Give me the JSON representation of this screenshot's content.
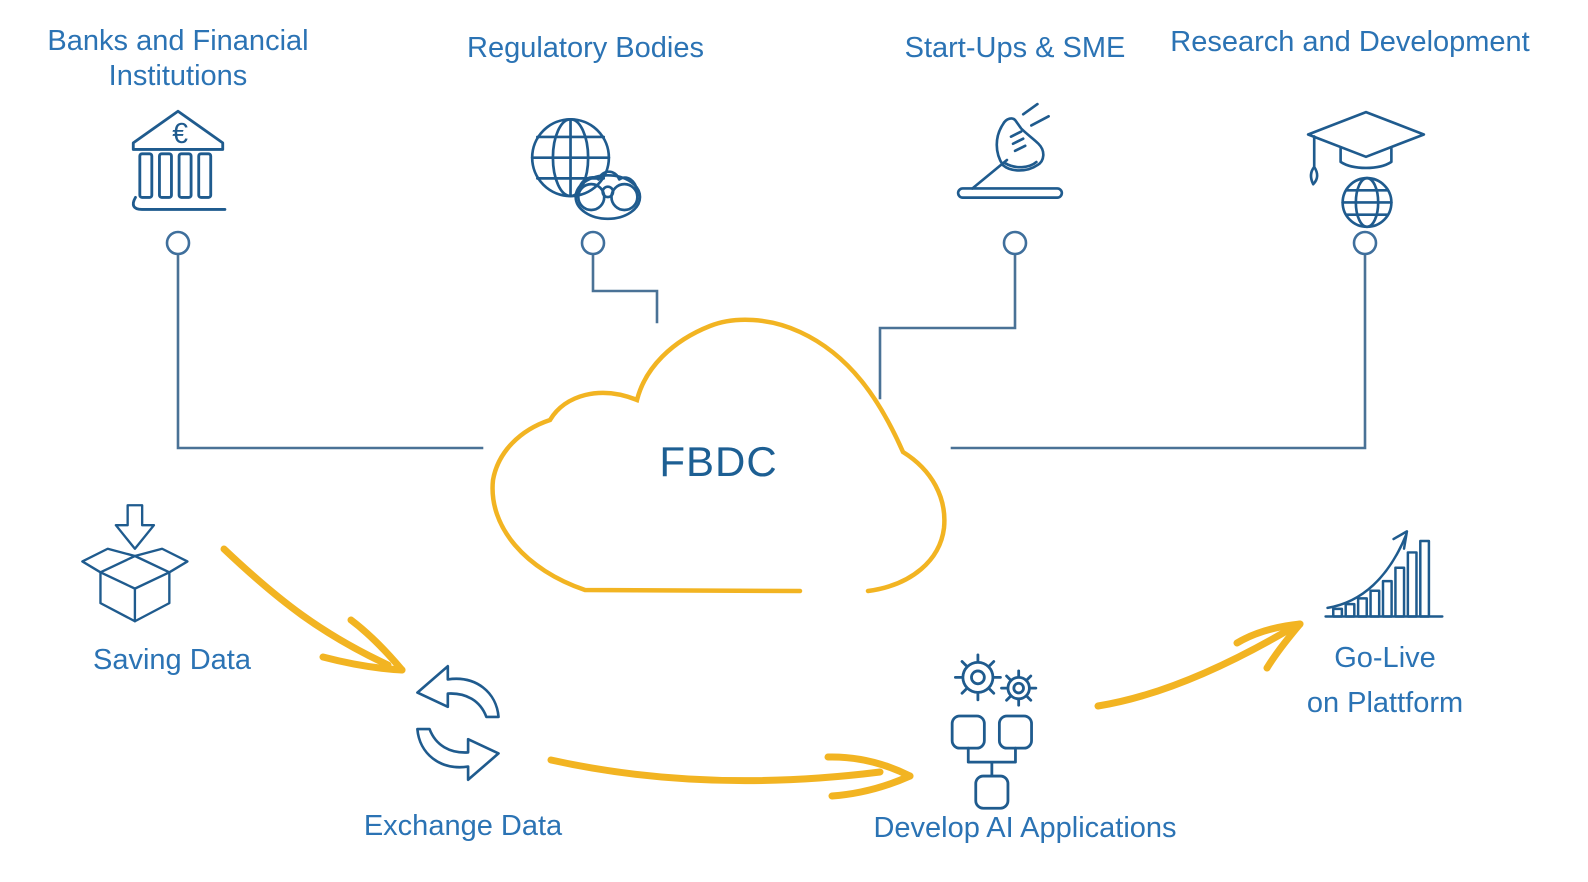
{
  "diagram": {
    "title": "FBDC",
    "colors": {
      "accent_yellow": "#F2B422",
      "icon_blue": "#1F5B8E",
      "label_blue": "#2B73B4",
      "connector_blue": "#4A7296",
      "center_text_blue": "#1D5F93"
    },
    "stakeholders": [
      {
        "label": "Banks and Financial Institutions",
        "icon": "bank-icon"
      },
      {
        "label": "Regulatory Bodies",
        "icon": "globe-binoculars-icon"
      },
      {
        "label": "Start-Ups & SME",
        "icon": "startup-shoe-icon"
      },
      {
        "label": "Research and Development",
        "icon": "graduation-cap-globe-icon"
      }
    ],
    "workflow_steps": [
      {
        "label": "Saving Data",
        "icon": "open-box-arrow-icon"
      },
      {
        "label": "Exchange Data",
        "icon": "exchange-arrows-icon"
      },
      {
        "label": "Develop AI Applications",
        "icon": "gears-flowchart-icon"
      },
      {
        "label": "Go-Live on Plattform",
        "label_line1": "Go-Live",
        "label_line2": "on Plattform",
        "icon": "growth-chart-icon"
      }
    ],
    "bank_currency_symbol": "€"
  }
}
